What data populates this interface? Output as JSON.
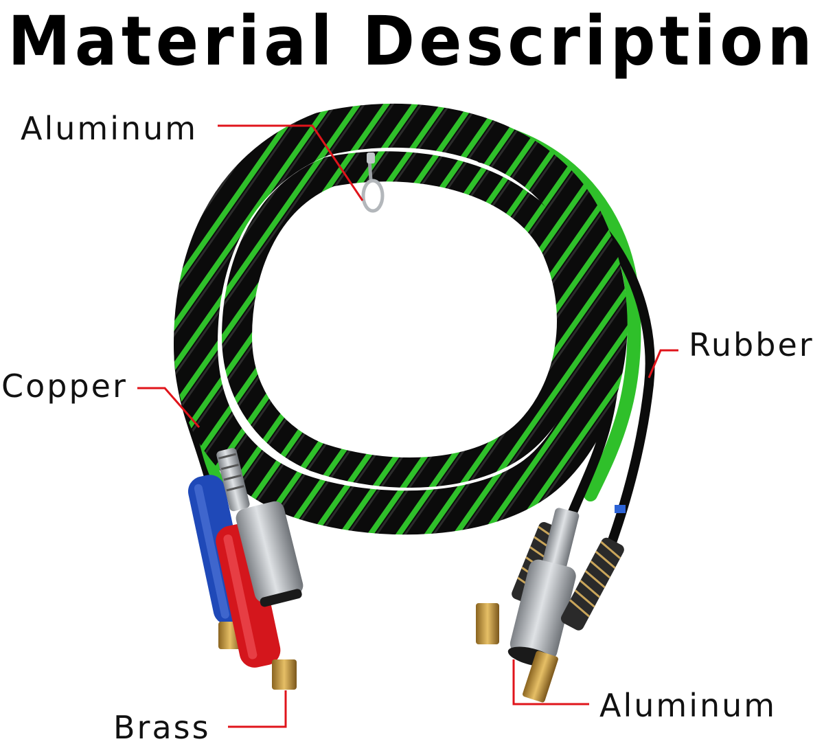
{
  "title": "Material Description",
  "labels": {
    "aluminum_top": "Aluminum",
    "copper": "Copper",
    "rubber": "Rubber",
    "brass": "Brass",
    "aluminum_bottom": "Aluminum"
  },
  "colors": {
    "leader_line": "#e0141b",
    "hose_green": "#33c52b",
    "hose_black": "#0b0b0b",
    "handle_blue": "#1f49b8",
    "handle_red": "#d4161c",
    "metal": "#a9adb2",
    "brass": "#c99a3c"
  }
}
